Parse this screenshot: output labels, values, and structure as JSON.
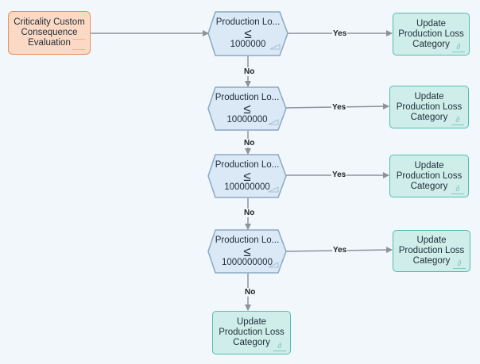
{
  "start_node": {
    "label": "Criticality Custom Consequence Evaluation"
  },
  "decisions": [
    {
      "title": "Production Lo...",
      "operator": "≤",
      "value": "1000000"
    },
    {
      "title": "Production Lo...",
      "operator": "≤",
      "value": "10000000"
    },
    {
      "title": "Production Lo...",
      "operator": "≤",
      "value": "100000000"
    },
    {
      "title": "Production Lo...",
      "operator": "≤",
      "value": "1000000000"
    }
  ],
  "actions": [
    {
      "label": "Update Production Loss Category"
    },
    {
      "label": "Update Production Loss Category"
    },
    {
      "label": "Update Production Loss Category"
    },
    {
      "label": "Update Production Loss Category"
    },
    {
      "label": "Update Production Loss Category"
    }
  ],
  "edge_labels": {
    "yes": [
      "Yes",
      "Yes",
      "Yes",
      "Yes"
    ],
    "no": [
      "No",
      "No",
      "No",
      "No"
    ]
  },
  "colors": {
    "start_fill": "#fcd9c4",
    "start_border": "#e8915f",
    "decision_fill": "#dbe8f5",
    "decision_border": "#8aa9c4",
    "action_fill": "#cfeee9",
    "action_border": "#4fbdb0",
    "connector": "#8c9399"
  }
}
